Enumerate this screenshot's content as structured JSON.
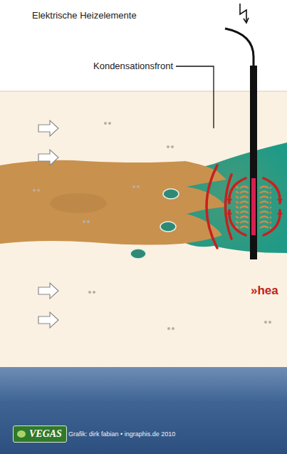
{
  "diagram": {
    "nodes": [
      {
        "text": [
          "VEGAS"
        ]
      }
    ],
    "labels": [
      "Elektrische Heizelemente",
      "Kondensationsfront",
      "»hea",
      "Grafik: dirk fabian • ingraphis.de 2010"
    ]
  }
}
